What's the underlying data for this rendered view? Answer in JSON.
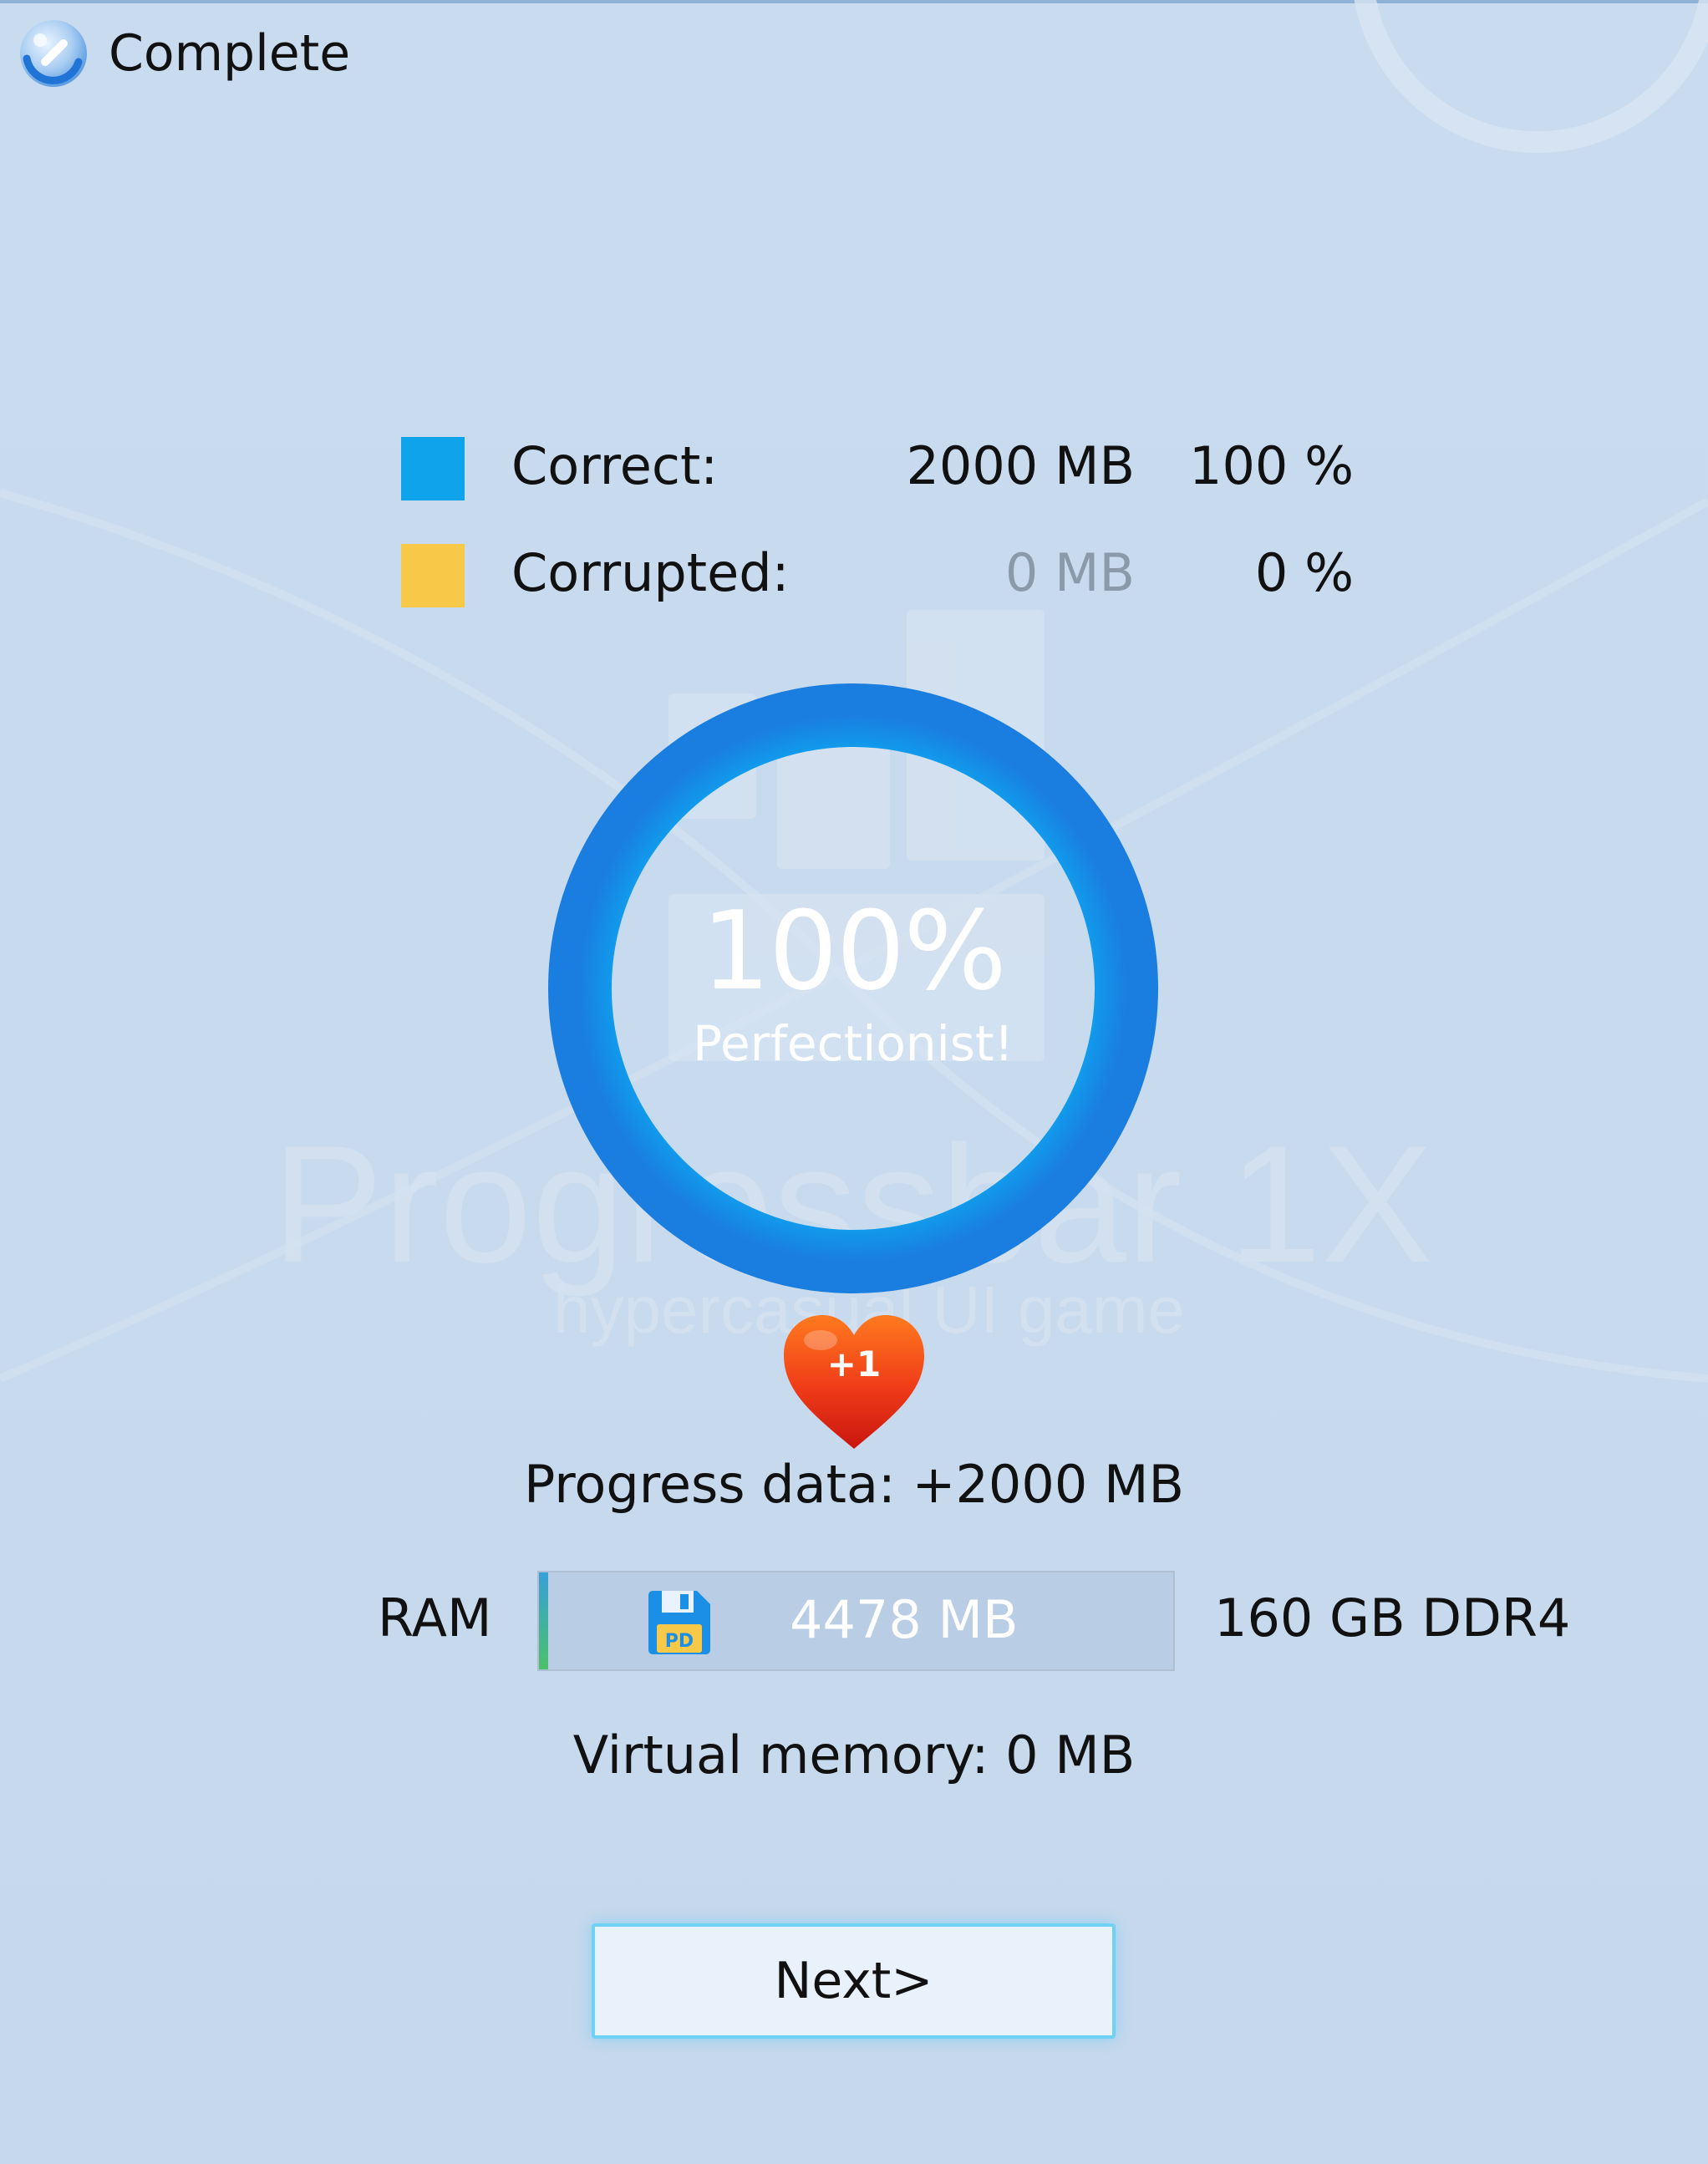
{
  "window": {
    "title": "Complete"
  },
  "legend": {
    "correct": {
      "label": "Correct:",
      "mb": "2000 MB",
      "percent": "100 %",
      "color": "#0ea3ea"
    },
    "corrupted": {
      "label": "Corrupted:",
      "mb": "0 MB",
      "percent": "0 %",
      "color": "#f8c948"
    }
  },
  "ring": {
    "percent_text": "100%",
    "caption": "Perfectionist!",
    "fraction": 1.0
  },
  "reward": {
    "heart_text": "+1",
    "icon": "heart-icon"
  },
  "progress_data": "Progress data: +2000 MB",
  "ram": {
    "label": "RAM",
    "value": "4478 MB",
    "total": "160 GB DDR4",
    "fill_fraction": 0.015,
    "icon": "floppy-disk-icon",
    "icon_text": "PD"
  },
  "virtual_memory": "Virtual memory: 0 MB",
  "buttons": {
    "next": "Next>"
  },
  "watermark": {
    "brand": "Progressbar 1X",
    "tagline": "hypercasual UI game"
  }
}
